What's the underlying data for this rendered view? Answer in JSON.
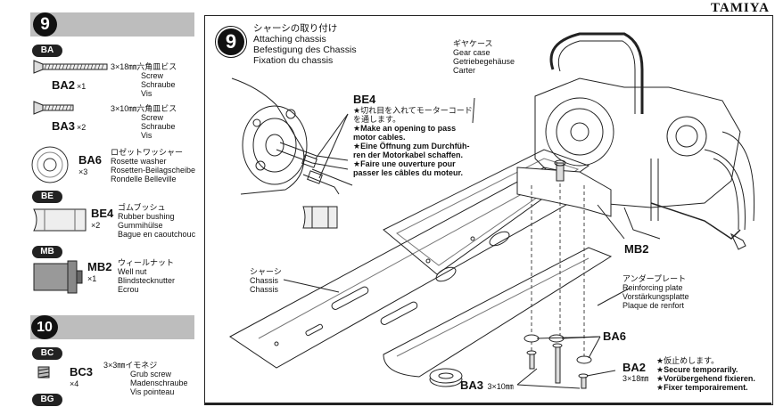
{
  "brand": "TAMIYA",
  "left": {
    "step9": {
      "number": "9"
    },
    "ba": {
      "badge": "BA",
      "screw1": {
        "code": "BA2",
        "qty": "×1",
        "size": "3×18㎜六角皿ビス",
        "en": "Screw",
        "de": "Schraube",
        "fr": "Vis"
      },
      "screw2": {
        "code": "BA3",
        "qty": "×2",
        "size": "3×10㎜六角皿ビス",
        "en": "Screw",
        "de": "Schraube",
        "fr": "Vis"
      },
      "washer": {
        "code": "BA6",
        "qty": "×3",
        "jp": "ロゼットワッシャー",
        "en": "Rosette washer",
        "de": "Rosetten-Beilagscheibe",
        "fr": "Rondelle Belleville"
      }
    },
    "be": {
      "badge": "BE",
      "code": "BE4",
      "qty": "×2",
      "jp": "ゴムブッシュ",
      "en": "Rubber bushing",
      "de": "Gummihülse",
      "fr": "Bague en caoutchouc"
    },
    "mb": {
      "badge": "MB",
      "code": "MB2",
      "qty": "×1",
      "jp": "ウィールナット",
      "en": "Well nut",
      "de": "Blindstecknutter",
      "fr": "Ecrou"
    },
    "step10": {
      "number": "10"
    },
    "bc": {
      "badge": "BC",
      "code": "BC3",
      "qty": "×4",
      "size": "3×3㎜イモネジ",
      "en": "Grub screw",
      "de": "Madenschraube",
      "fr": "Vis pointeau"
    },
    "bg": {
      "badge": "BG"
    }
  },
  "panel": {
    "number": "9",
    "title_jp": "シャーシの取り付け",
    "title_en": "Attaching chassis",
    "title_de": "Befestigung des Chassis",
    "title_fr": "Fixation du chassis",
    "be4": {
      "code": "BE4",
      "jp": "★切れ目を入れてモーターコード\nを通します。",
      "en": "★Make an opening to pass\nmotor cables.",
      "de": "★Eine Öffnung zum Durchfüh-\nren der Motorkabel schaffen.",
      "fr": "★Faire une ouverture pour\npasser les câbles du moteur."
    },
    "gear_case": {
      "jp": "ギヤケース",
      "en": "Gear case",
      "de": "Getriebegehäuse",
      "fr": "Carter"
    },
    "chassis": {
      "jp": "シャーシ",
      "en": "Chassis",
      "de": "Chassis"
    },
    "under_plate": {
      "jp": "アンダープレート",
      "en": "Reinforcing plate",
      "de": "Vorstärkungsplatte",
      "fr": "Plaque de renfort"
    },
    "mb2": "MB2",
    "ba6": "BA6",
    "ba2": {
      "code": "BA2",
      "size": "3×18㎜"
    },
    "ba3": {
      "code": "BA3",
      "size": "3×10㎜"
    },
    "note": {
      "jp": "★仮止めします。",
      "en": "★Secure temporarily.",
      "de": "★Vorübergehend fixieren.",
      "fr": "★Fixer temporairement."
    }
  }
}
